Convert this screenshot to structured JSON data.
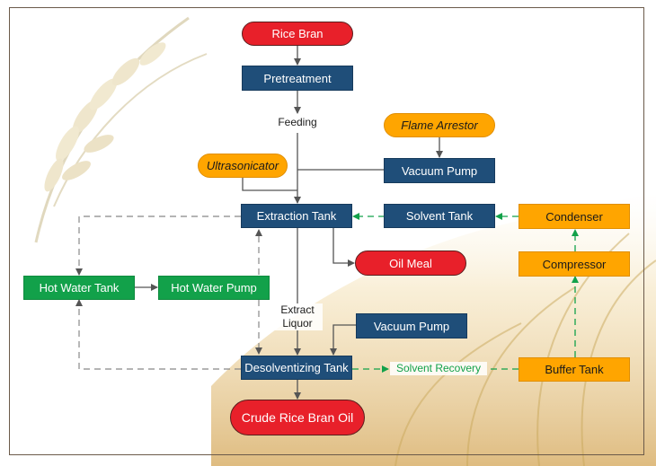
{
  "nodes": {
    "rice_bran": "Rice Bran",
    "pretreatment": "Pretreatment",
    "feeding": "Feeding",
    "flame_arrestor": "Flame Arrestor",
    "ultrasonicator": "Ultrasonicator",
    "vacuum_pump_top": "Vacuum Pump",
    "extraction_tank": "Extraction Tank",
    "solvent_tank": "Solvent Tank",
    "condenser": "Condenser",
    "oil_meal": "Oil Meal",
    "compressor": "Compressor",
    "hot_water_tank": "Hot Water Tank",
    "hot_water_pump": "Hot Water Pump",
    "extract_liquor": "Extract\nLiquor",
    "vacuum_pump_bottom": "Vacuum Pump",
    "desolventizing_tank": "Desolventizing Tank",
    "solvent_recovery": "Solvent Recovery",
    "buffer_tank": "Buffer Tank",
    "crude_oil": "Crude Rice Bran Oil"
  },
  "colors": {
    "process": "#1f4e79",
    "auxiliary": "#ffa500",
    "hot_water": "#12a14a",
    "product": "#e8202a",
    "flow_line": "#555555",
    "recovery_line": "#12a14a"
  }
}
